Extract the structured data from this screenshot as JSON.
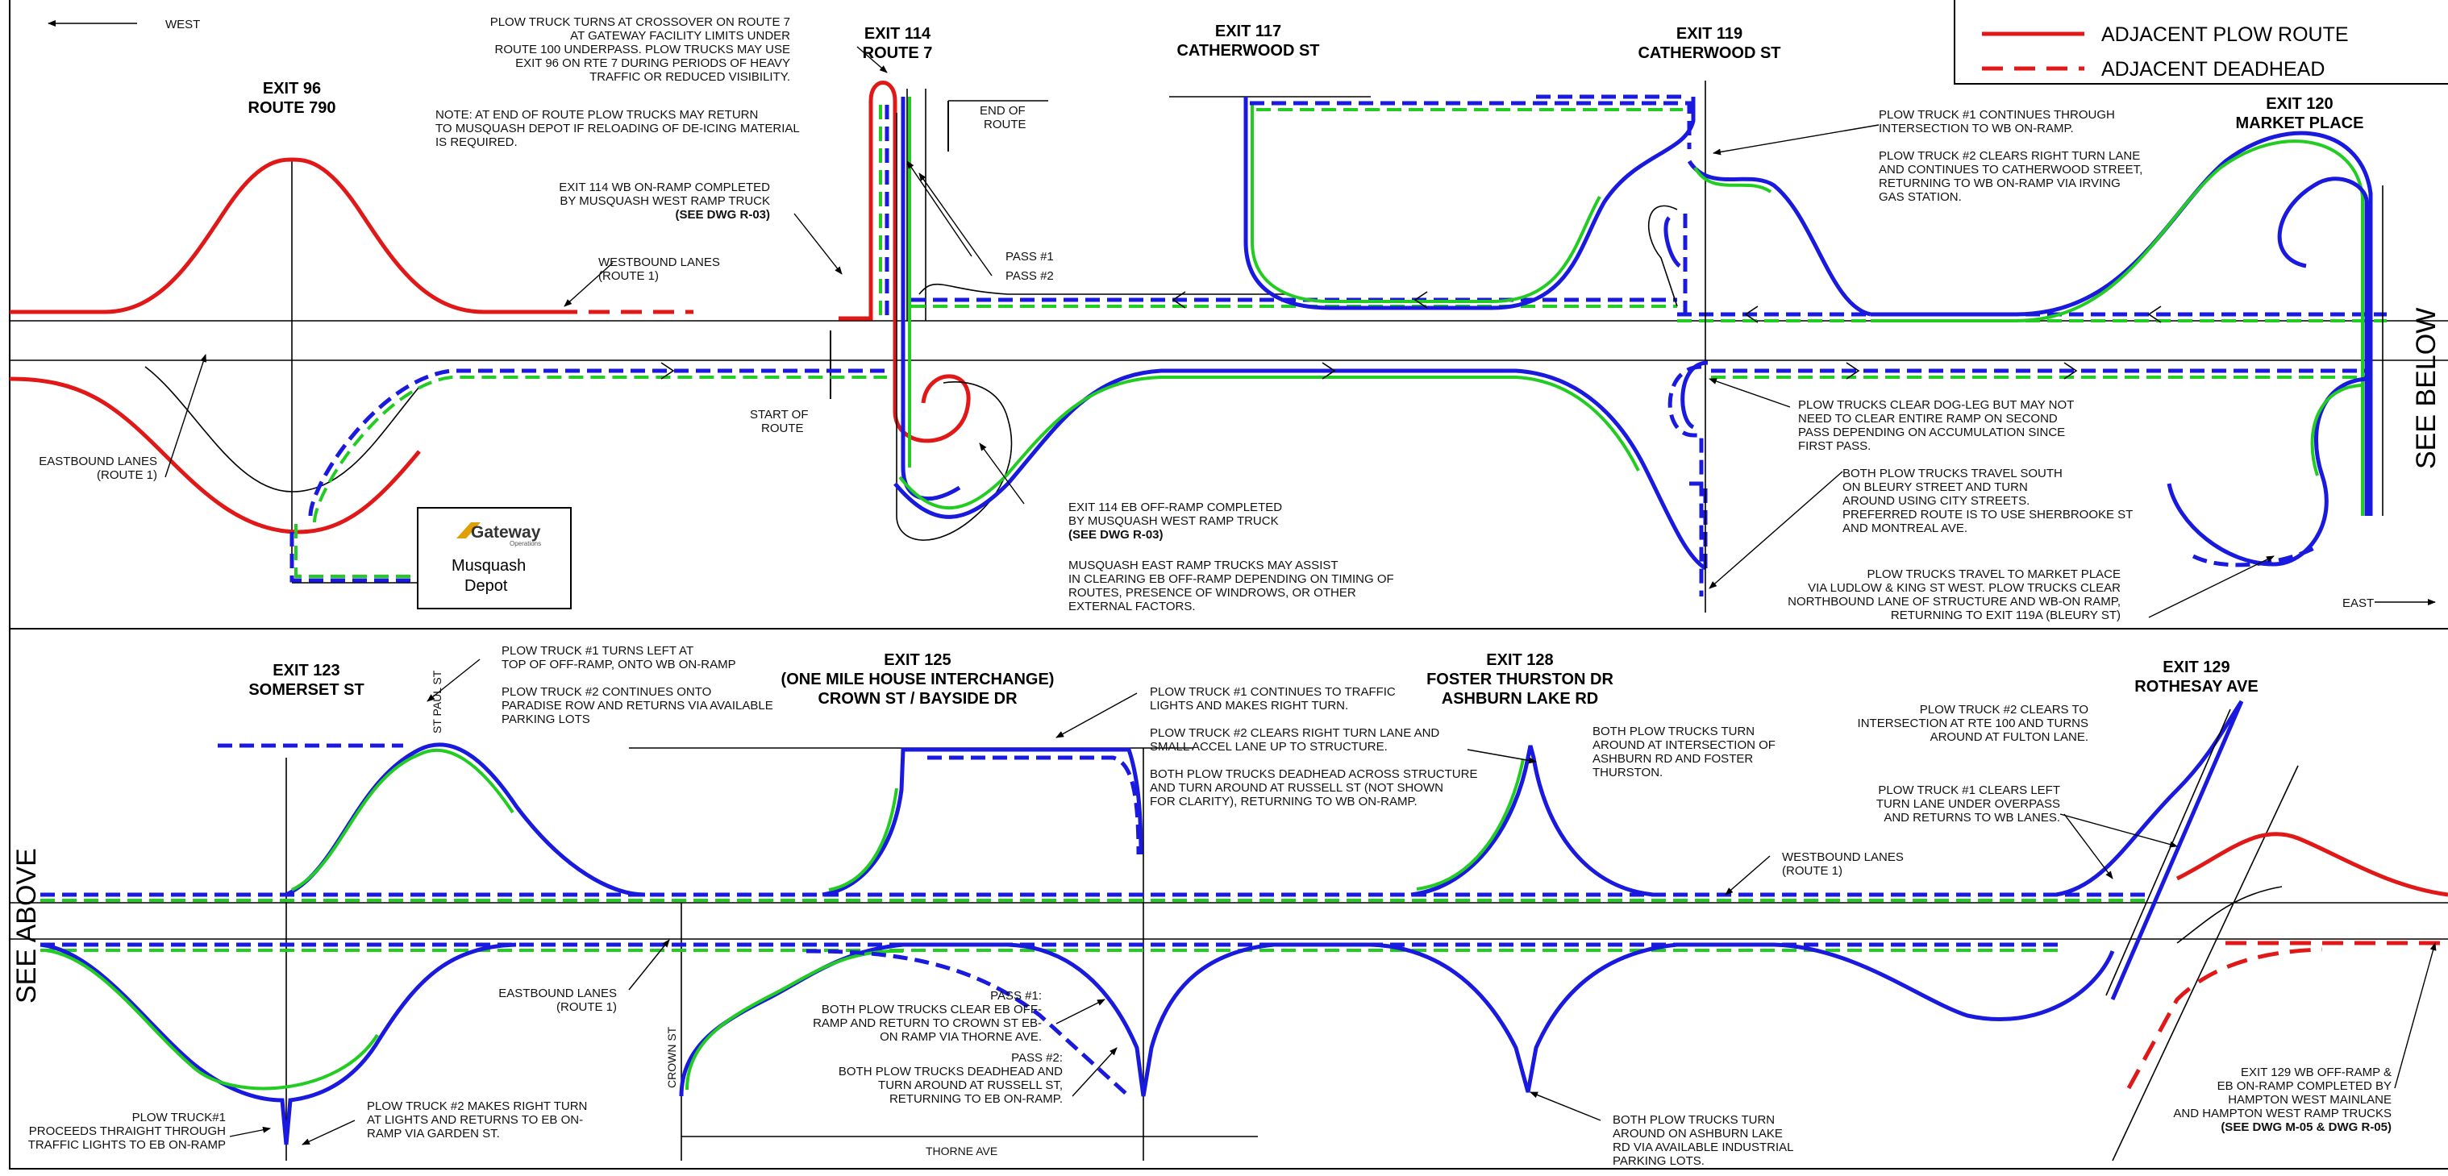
{
  "colors": {
    "plow_route": "#1a1adf",
    "plow_route_inner": "#22cc22",
    "adjacent": "#e01818",
    "ink": "#000000"
  },
  "legend": {
    "rows": [
      {
        "label": "ADJACENT PLOW ROUTE",
        "style": "solid",
        "color": "#e01818"
      },
      {
        "label": "ADJACENT DEADHEAD",
        "style": "dashed",
        "color": "#e01818"
      }
    ]
  },
  "directions": {
    "west": "WEST",
    "east": "EAST"
  },
  "side_labels": {
    "see_below": "SEE BELOW",
    "see_above": "SEE ABOVE"
  },
  "exits": {
    "e96": [
      "EXIT 96",
      "ROUTE 790"
    ],
    "e114": [
      "EXIT 114",
      "ROUTE 7"
    ],
    "e117": [
      "EXIT 117",
      "CATHERWOOD ST"
    ],
    "e119": [
      "EXIT 119",
      "CATHERWOOD ST"
    ],
    "e120": [
      "EXIT 120",
      "MARKET PLACE"
    ],
    "e123": [
      "EXIT 123",
      "SOMERSET ST"
    ],
    "e125": [
      "EXIT 125",
      "(ONE MILE HOUSE INTERCHANGE)",
      "CROWN ST / BAYSIDE DR"
    ],
    "e128": [
      "EXIT 128",
      "FOSTER THURSTON DR",
      "ASHBURN LAKE RD"
    ],
    "e129": [
      "EXIT 129",
      "ROTHESAY AVE"
    ]
  },
  "depot": {
    "brand": "Gateway",
    "brand_sub": "Operations",
    "name": [
      "Musquash",
      "Depot"
    ]
  },
  "street_labels": {
    "st_paul": "ST PAUL ST",
    "crown": "CROWN ST",
    "thorne": "THORNE AVE"
  },
  "notes": {
    "crossover": [
      "PLOW TRUCK TURNS AT CROSSOVER ON ROUTE 7",
      "AT GATEWAY FACILITY LIMITS UNDER",
      "ROUTE 100 UNDERPASS. PLOW TRUCKS MAY USE",
      "EXIT 96 ON RTE 7 DURING PERIODS OF HEAVY",
      "TRAFFIC OR REDUCED VISIBILITY."
    ],
    "musquash_note": [
      "NOTE: AT END OF ROUTE PLOW TRUCKS MAY RETURN",
      "TO MUSQUASH DEPOT IF RELOADING OF DE-ICING MATERIAL",
      "IS REQUIRED."
    ],
    "wb_onramp_114": [
      "EXIT 114 WB ON-RAMP COMPLETED",
      "BY MUSQUASH WEST RAMP TRUCK"
    ],
    "wb_onramp_114_ref": "(SEE DWG R-03)",
    "westbound_1": [
      "WESTBOUND LANES",
      "(ROUTE 1)"
    ],
    "end_of_route": [
      "END OF",
      "ROUTE"
    ],
    "pass1": "PASS #1",
    "pass2": "PASS #2",
    "start_of_route": [
      "START OF",
      "ROUTE"
    ],
    "eastbound_1": [
      "EASTBOUND LANES",
      "(ROUTE 1)"
    ],
    "eb_offramp_114": [
      "EXIT 114 EB OFF-RAMP COMPLETED",
      "BY MUSQUASH WEST RAMP TRUCK"
    ],
    "eb_offramp_114_ref": "(SEE DWG R-03)",
    "musquash_east": [
      "MUSQUASH EAST RAMP TRUCKS MAY ASSIST",
      "IN CLEARING EB OFF-RAMP DEPENDING ON TIMING OF",
      "ROUTES, PRESENCE OF WINDROWS, OR OTHER",
      "EXTERNAL FACTORS."
    ],
    "truck1_119": [
      "PLOW TRUCK #1 CONTINUES THROUGH",
      "INTERSECTION TO WB ON-RAMP."
    ],
    "truck2_119": [
      "PLOW TRUCK #2 CLEARS RIGHT TURN LANE",
      "AND CONTINUES TO CATHERWOOD STREET,",
      "RETURNING TO WB ON-RAMP VIA IRVING",
      "GAS STATION."
    ],
    "dogleg": [
      "PLOW TRUCKS CLEAR DOG-LEG BUT MAY NOT",
      "NEED TO CLEAR ENTIRE RAMP ON SECOND",
      "PASS DEPENDING ON ACCUMULATION SINCE",
      "FIRST PASS."
    ],
    "bleury": [
      "BOTH PLOW TRUCKS TRAVEL SOUTH",
      "ON BLEURY STREET AND TURN",
      "AROUND USING CITY STREETS.",
      "PREFERRED ROUTE IS TO USE SHERBROOKE ST",
      "AND MONTREAL AVE."
    ],
    "market": [
      "PLOW TRUCKS TRAVEL TO MARKET PLACE",
      "VIA LUDLOW & KING ST WEST.  PLOW TRUCKS CLEAR",
      "NORTHBOUND LANE OF STRUCTURE AND WB-ON RAMP,",
      "RETURNING TO  EXIT  119A (BLEURY ST)"
    ],
    "t1_123": [
      "PLOW TRUCK #1 TURNS LEFT AT",
      "TOP OF OFF-RAMP, ONTO WB ON-RAMP"
    ],
    "t2_123": [
      "PLOW TRUCK #2 CONTINUES ONTO",
      "PARADISE ROW AND RETURNS VIA AVAILABLE",
      "PARKING LOTS"
    ],
    "t1_125": [
      "PLOW TRUCK #1 CONTINUES TO TRAFFIC",
      "LIGHTS AND MAKES RIGHT TURN."
    ],
    "t2_125": [
      "PLOW TRUCK #2 CLEARS RIGHT TURN LANE AND",
      "SMALL ACCEL LANE UP TO STRUCTURE."
    ],
    "both_125": [
      "BOTH PLOW TRUCKS DEADHEAD ACROSS STRUCTURE",
      "AND TURN AROUND AT RUSSELL ST (NOT SHOWN",
      "FOR CLARITY), RETURNING TO WB ON-RAMP."
    ],
    "both_128": [
      "BOTH PLOW TRUCKS TURN",
      "AROUND AT INTERSECTION OF",
      "ASHBURN RD AND FOSTER",
      "THURSTON."
    ],
    "westbound_2": [
      "WESTBOUND LANES",
      "(ROUTE 1)"
    ],
    "t2_129": [
      "PLOW TRUCK #2 CLEARS TO",
      "INTERSECTION AT RTE 100 AND TURNS",
      "AROUND AT FULTON LANE."
    ],
    "t1_129": [
      "PLOW TRUCK #1 CLEARS LEFT",
      "TURN LANE  UNDER OVERPASS",
      "AND RETURNS TO WB LANES."
    ],
    "eastbound_2": [
      "EASTBOUND LANES",
      "(ROUTE 1)"
    ],
    "pass1_125": [
      "PASS #1:",
      "BOTH PLOW TRUCKS CLEAR EB OFF-",
      "RAMP AND RETURN TO CROWN ST EB-",
      "ON RAMP VIA THORNE AVE."
    ],
    "pass2_125": [
      "PASS #2:",
      "BOTH PLOW TRUCKS DEADHEAD  AND",
      "TURN AROUND AT RUSSELL ST,",
      "RETURNING TO EB ON-RAMP."
    ],
    "t1_123b": [
      "PLOW TRUCK#1",
      "PROCEEDS THRAIGHT THROUGH",
      "TRAFFIC LIGHTS TO EB ON-RAMP"
    ],
    "t2_123b": [
      "PLOW TRUCK #2 MAKES RIGHT TURN",
      "AT LIGHTS AND RETURNS TO EB ON-",
      "RAMP VIA GARDEN ST."
    ],
    "both_128b": [
      "BOTH PLOW TRUCKS TURN",
      "AROUND ON ASHBURN LAKE",
      "RD VIA AVAILABLE INDUSTRIAL",
      "PARKING LOTS."
    ],
    "wb_off_129": [
      "EXIT 129 WB  OFF-RAMP &",
      "EB ON-RAMP COMPLETED BY",
      "HAMPTON WEST MAINLANE",
      "AND HAMPTON WEST RAMP TRUCKS"
    ],
    "wb_off_129_ref": "(SEE DWG M-05 & DWG R-05)"
  }
}
